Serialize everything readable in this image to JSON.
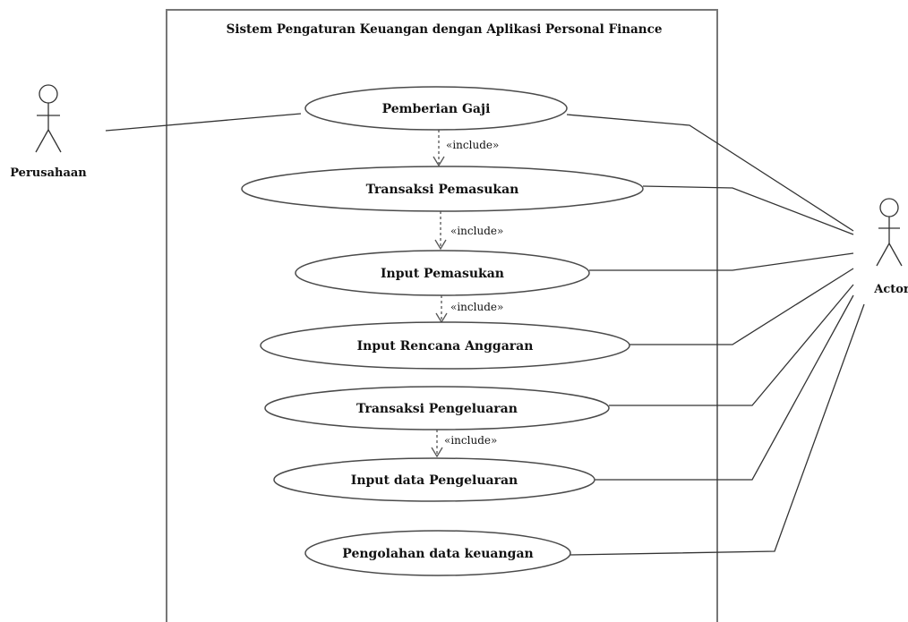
{
  "system": {
    "title": "Sistem Pengaturan Keuangan dengan Aplikasi Personal Finance"
  },
  "actors": {
    "left": {
      "label": "Perusahaan"
    },
    "right": {
      "label": "Actor"
    }
  },
  "use_cases": [
    {
      "label": "Pemberian Gaji"
    },
    {
      "label": "Transaksi Pemasukan"
    },
    {
      "label": "Input Pemasukan"
    },
    {
      "label": "Input Rencana Anggaran"
    },
    {
      "label": "Transaksi Pengeluaran"
    },
    {
      "label": "Input data Pengeluaran"
    },
    {
      "label": "Pengolahan data keuangan"
    }
  ],
  "includes": [
    {
      "from": "Pemberian Gaji",
      "to": "Transaksi Pemasukan",
      "label": "«include»"
    },
    {
      "from": "Transaksi Pemasukan",
      "to": "Input Pemasukan",
      "label": "«include»"
    },
    {
      "from": "Input Pemasukan",
      "to": "Input Rencana Anggaran",
      "label": "«include»"
    },
    {
      "from": "Transaksi Pengeluaran",
      "to": "Input data Pengeluaran",
      "label": "«include»"
    }
  ]
}
